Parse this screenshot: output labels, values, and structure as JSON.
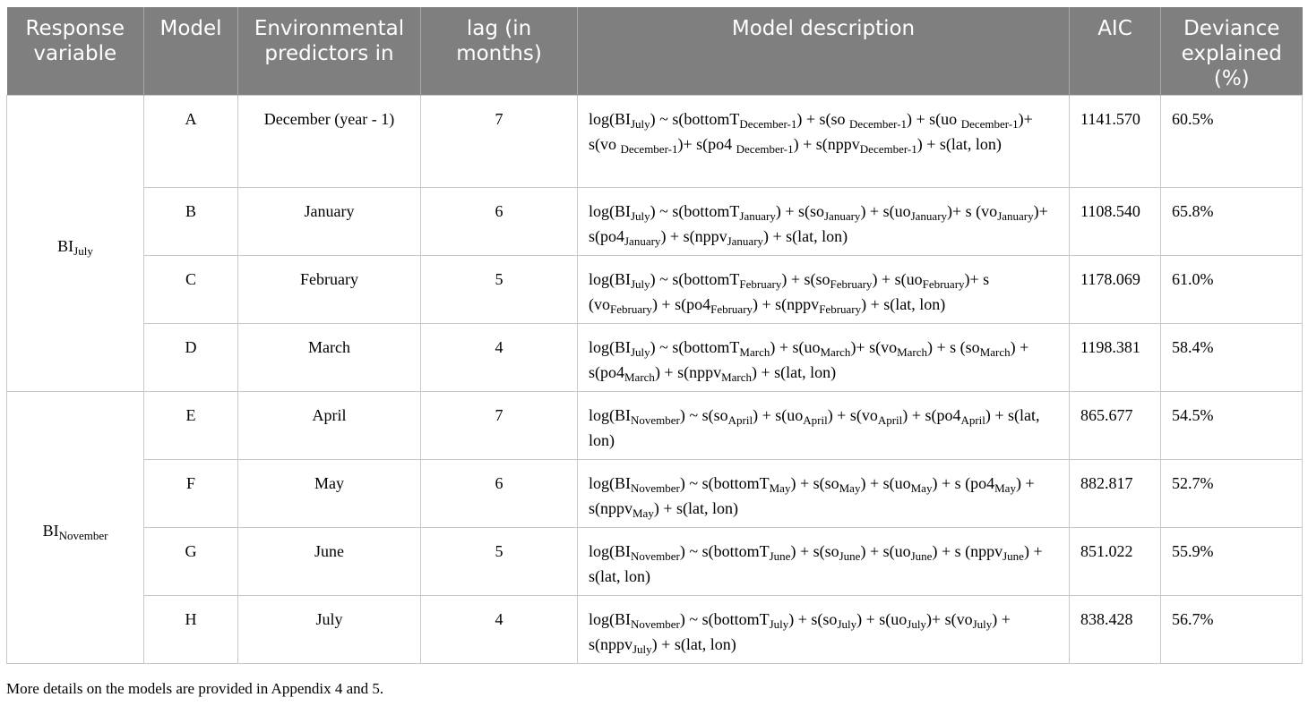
{
  "headers": [
    "Response variable",
    "Model",
    "Environmental predictors in",
    "lag (in months)",
    "Model description",
    "AIC",
    "Deviance explained (%)"
  ],
  "groups": [
    {
      "response": {
        "base": "BI",
        "sub": "July"
      },
      "rows": [
        {
          "model": "A",
          "month": "December (year - 1)",
          "lag": "7",
          "aic": "1141.570",
          "dev": "60.5%",
          "desc": [
            [
              "t",
              "log(BI"
            ],
            [
              "s",
              "July"
            ],
            [
              "t",
              ") ~ s(bottomT"
            ],
            [
              "s",
              "December-1"
            ],
            [
              "t",
              ") + s(so "
            ],
            [
              "s",
              "December-1"
            ],
            [
              "t",
              ") + s(uo "
            ],
            [
              "s",
              "December-1"
            ],
            [
              "t",
              ")+ s(vo "
            ],
            [
              "s",
              "December-1"
            ],
            [
              "t",
              ")+ s(po4 "
            ],
            [
              "s",
              "December-1"
            ],
            [
              "t",
              ") + s(nppv"
            ],
            [
              "s",
              "December-1"
            ],
            [
              "t",
              ") + s(lat, lon)"
            ]
          ]
        },
        {
          "model": "B",
          "month": "January",
          "lag": "6",
          "aic": "1108.540",
          "dev": "65.8%",
          "desc": [
            [
              "t",
              "log(BI"
            ],
            [
              "s",
              "July"
            ],
            [
              "t",
              ") ~ s(bottomT"
            ],
            [
              "s",
              "January"
            ],
            [
              "t",
              ") + s(so"
            ],
            [
              "s",
              "January"
            ],
            [
              "t",
              ") + s(uo"
            ],
            [
              "s",
              "January"
            ],
            [
              "t",
              ")+ s (vo"
            ],
            [
              "s",
              "January"
            ],
            [
              "t",
              ")+ s(po4"
            ],
            [
              "s",
              "January"
            ],
            [
              "t",
              ") + s(nppv"
            ],
            [
              "s",
              "January"
            ],
            [
              "t",
              ") + s(lat, lon)"
            ]
          ]
        },
        {
          "model": "C",
          "month": "February",
          "lag": "5",
          "aic": "1178.069",
          "dev": "61.0%",
          "desc": [
            [
              "t",
              "log(BI"
            ],
            [
              "s",
              "July"
            ],
            [
              "t",
              ") ~ s(bottomT"
            ],
            [
              "s",
              "February"
            ],
            [
              "t",
              ") + s(so"
            ],
            [
              "s",
              "February"
            ],
            [
              "t",
              ") + s(uo"
            ],
            [
              "s",
              "February"
            ],
            [
              "t",
              ")+ s (vo"
            ],
            [
              "s",
              "February"
            ],
            [
              "t",
              ") + s(po4"
            ],
            [
              "s",
              "February"
            ],
            [
              "t",
              ") + s(nppv"
            ],
            [
              "s",
              "February"
            ],
            [
              "t",
              ") + s(lat, lon)"
            ]
          ]
        },
        {
          "model": "D",
          "month": "March",
          "lag": "4",
          "aic": "1198.381",
          "dev": "58.4%",
          "desc": [
            [
              "t",
              "log(BI"
            ],
            [
              "s",
              "July"
            ],
            [
              "t",
              ") ~ s(bottomT"
            ],
            [
              "s",
              "March"
            ],
            [
              "t",
              ") + s(uo"
            ],
            [
              "s",
              "March"
            ],
            [
              "t",
              ")+ s(vo"
            ],
            [
              "s",
              "March"
            ],
            [
              "t",
              ") + s (so"
            ],
            [
              "s",
              "March"
            ],
            [
              "t",
              ") + s(po4"
            ],
            [
              "s",
              "March"
            ],
            [
              "t",
              ") + s(nppv"
            ],
            [
              "s",
              "March"
            ],
            [
              "t",
              ") + s(lat, lon)"
            ]
          ]
        }
      ]
    },
    {
      "response": {
        "base": "BI",
        "sub": "November"
      },
      "rows": [
        {
          "model": "E",
          "month": "April",
          "lag": "7",
          "aic": "865.677",
          "dev": "54.5%",
          "desc": [
            [
              "t",
              "log(BI"
            ],
            [
              "s",
              "November"
            ],
            [
              "t",
              ") ~ s(so"
            ],
            [
              "s",
              "April"
            ],
            [
              "t",
              ") + s(uo"
            ],
            [
              "s",
              "April"
            ],
            [
              "t",
              ") + s(vo"
            ],
            [
              "s",
              "April"
            ],
            [
              "t",
              ") + s(po4"
            ],
            [
              "s",
              "April"
            ],
            [
              "t",
              ") + s(lat, lon)"
            ]
          ]
        },
        {
          "model": "F",
          "month": "May",
          "lag": "6",
          "aic": "882.817",
          "dev": "52.7%",
          "desc": [
            [
              "t",
              "log(BI"
            ],
            [
              "s",
              "November"
            ],
            [
              "t",
              ") ~ s(bottomT"
            ],
            [
              "s",
              "May"
            ],
            [
              "t",
              ") + s(so"
            ],
            [
              "s",
              "May"
            ],
            [
              "t",
              ") + s(uo"
            ],
            [
              "s",
              "May"
            ],
            [
              "t",
              ") + s (po4"
            ],
            [
              "s",
              "May"
            ],
            [
              "t",
              ") + s(nppv"
            ],
            [
              "s",
              "May"
            ],
            [
              "t",
              ") + s(lat, lon)"
            ]
          ]
        },
        {
          "model": "G",
          "month": "June",
          "lag": "5",
          "aic": "851.022",
          "dev": "55.9%",
          "desc": [
            [
              "t",
              "log(BI"
            ],
            [
              "s",
              "November"
            ],
            [
              "t",
              ") ~ s(bottomT"
            ],
            [
              "s",
              "June"
            ],
            [
              "t",
              ") + s(so"
            ],
            [
              "s",
              "June"
            ],
            [
              "t",
              ") + s(uo"
            ],
            [
              "s",
              "June"
            ],
            [
              "t",
              ") + s (nppv"
            ],
            [
              "s",
              "June"
            ],
            [
              "t",
              ") + s(lat, lon)"
            ]
          ]
        },
        {
          "model": "H",
          "month": "July",
          "lag": "4",
          "aic": "838.428",
          "dev": "56.7%",
          "desc": [
            [
              "t",
              "log(BI"
            ],
            [
              "s",
              "November"
            ],
            [
              "t",
              ") ~ s(bottomT"
            ],
            [
              "s",
              "July"
            ],
            [
              "t",
              ") + s(so"
            ],
            [
              "s",
              "July"
            ],
            [
              "t",
              ") + s(uo"
            ],
            [
              "s",
              "July"
            ],
            [
              "t",
              ")+ s(vo"
            ],
            [
              "s",
              "July"
            ],
            [
              "t",
              ") + s(nppv"
            ],
            [
              "s",
              "July"
            ],
            [
              "t",
              ") + s(lat, lon)"
            ]
          ]
        }
      ]
    }
  ],
  "footnote": "More details on the models are provided in Appendix 4 and 5."
}
